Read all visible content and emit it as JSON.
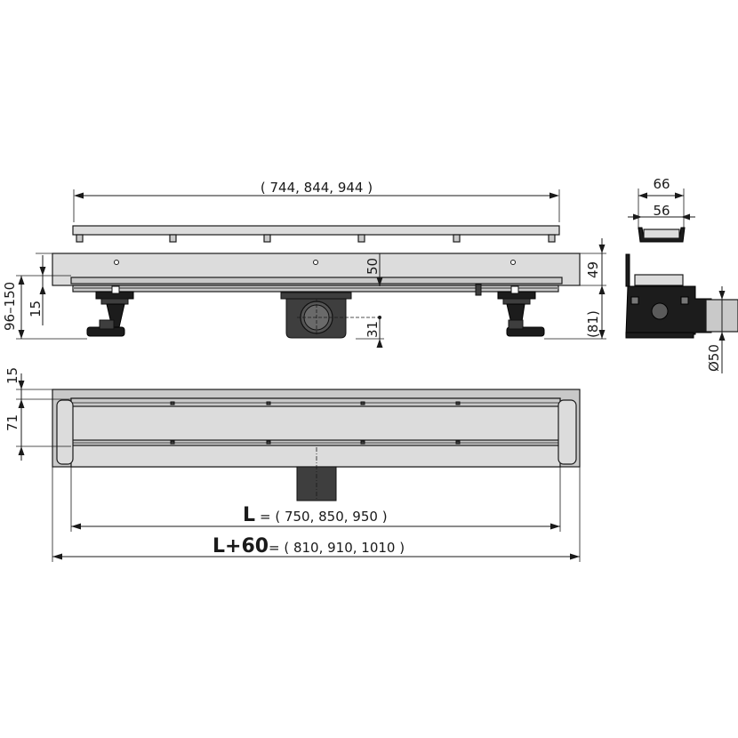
{
  "dimensions": {
    "grate_length": "( 744, 844, 944 )",
    "grate_width_outer": "66",
    "grate_width_inner": "56",
    "height_range": "96–150",
    "foot_offset": "15",
    "outlet_depth": "50",
    "outlet_center": "31",
    "channel_height": "49",
    "total_height": "(81)",
    "outlet_diameter": "Ø50",
    "plan_rim": "15",
    "plan_width": "71",
    "L_symbol": "L",
    "L_values": "= ( 750, 850, 950 )",
    "L60_symbol": "L+60",
    "L60_values": "= ( 810, 910, 1010 )"
  },
  "colors": {
    "line": "#1a1a1a",
    "steel": "#c9c9c9",
    "steel_light": "#dcdcdc",
    "dark_part": "#3e3e3e",
    "black_part": "#1c1c1c"
  }
}
